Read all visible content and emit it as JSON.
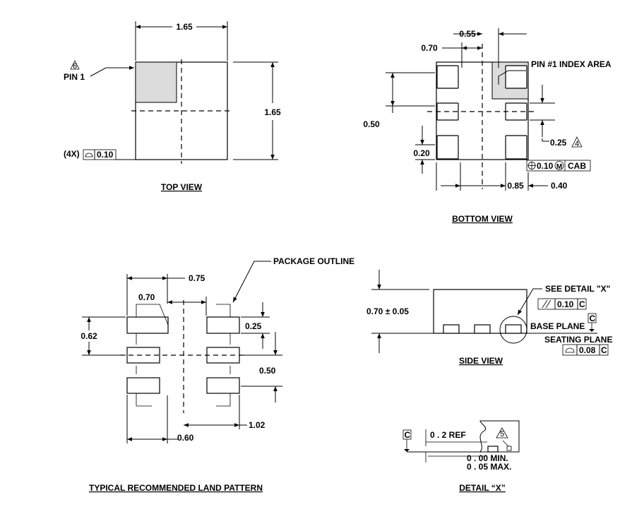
{
  "top_view": {
    "dim_width": "1.65",
    "dim_height": "1.65",
    "pin1_label": "PIN 1",
    "pin1_note": "6",
    "flatness_count": "(4X)",
    "flatness_value": "0.10",
    "view_title": "TOP VIEW"
  },
  "bottom_view": {
    "dim_055": "0.55",
    "dim_070": "0.70",
    "pin1_index_area": "PIN #1 INDEX AREA",
    "dim_050": "0.50",
    "dim_020": "0.20",
    "dim_025": "0.25",
    "dim_025_note": "4",
    "position_tol_value": "0.10",
    "position_tol_modifier": "M",
    "position_tol_datums": "CAB",
    "dim_085": "0.85",
    "dim_040": "0.40",
    "view_title": "BOTTOM VIEW"
  },
  "land_pattern": {
    "dim_075": "0.75",
    "dim_070": "0.70",
    "package_outline": "PACKAGE OUTLINE",
    "dim_062": "0.62",
    "dim_025": "0.25",
    "dim_050": "0.50",
    "dim_102": "1.02",
    "dim_060": "0.60",
    "view_title": "TYPICAL RECOMMENDED LAND PATTERN"
  },
  "side_view": {
    "height": "0.70 ± 0.05",
    "see_detail": "SEE DETAIL \"X\"",
    "parallelism_value": "0.10",
    "parallelism_datum": "C",
    "datum_c": "C",
    "base_plane": "BASE PLANE",
    "seating_plane": "SEATING PLANE",
    "flatness_value": "0.08",
    "flatness_datum": "C",
    "view_title": "SIDE VIEW"
  },
  "detail_x": {
    "datum_c": "C",
    "ref": "0 . 2 REF",
    "note": "5",
    "min": "0 . 00 MIN.",
    "max": "0 . 05 MAX.",
    "view_title": "DETAIL “X”"
  }
}
